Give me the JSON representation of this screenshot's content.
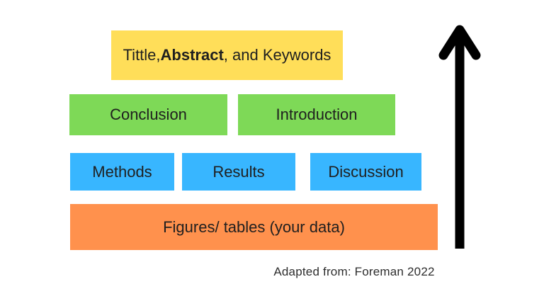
{
  "page": {
    "background_color": "#ffffff",
    "text_color": "#1f1f1f"
  },
  "colors": {
    "yellow": "#FFDE59",
    "green": "#7ED957",
    "blue": "#38B6FF",
    "orange": "#FF914D",
    "arrow": "#000000"
  },
  "boxes": {
    "title": {
      "text_prefix": "Tittle, ",
      "text_bold": "Abstract",
      "text_suffix": ", and Keywords",
      "color": "#FFDE59"
    },
    "conclusion": {
      "label": "Conclusion",
      "color": "#7ED957"
    },
    "introduction": {
      "label": "Introduction",
      "color": "#7ED957"
    },
    "methods": {
      "label": "Methods",
      "color": "#38B6FF"
    },
    "results": {
      "label": "Results",
      "color": "#38B6FF"
    },
    "discussion": {
      "label": "Discussion",
      "color": "#38B6FF"
    },
    "figures": {
      "label": "Figures/ tables (your data)",
      "color": "#FF914D"
    }
  },
  "arrow": {
    "direction": "up",
    "color": "#000000"
  },
  "caption": {
    "text": "Adapted from: Foreman 2022"
  }
}
